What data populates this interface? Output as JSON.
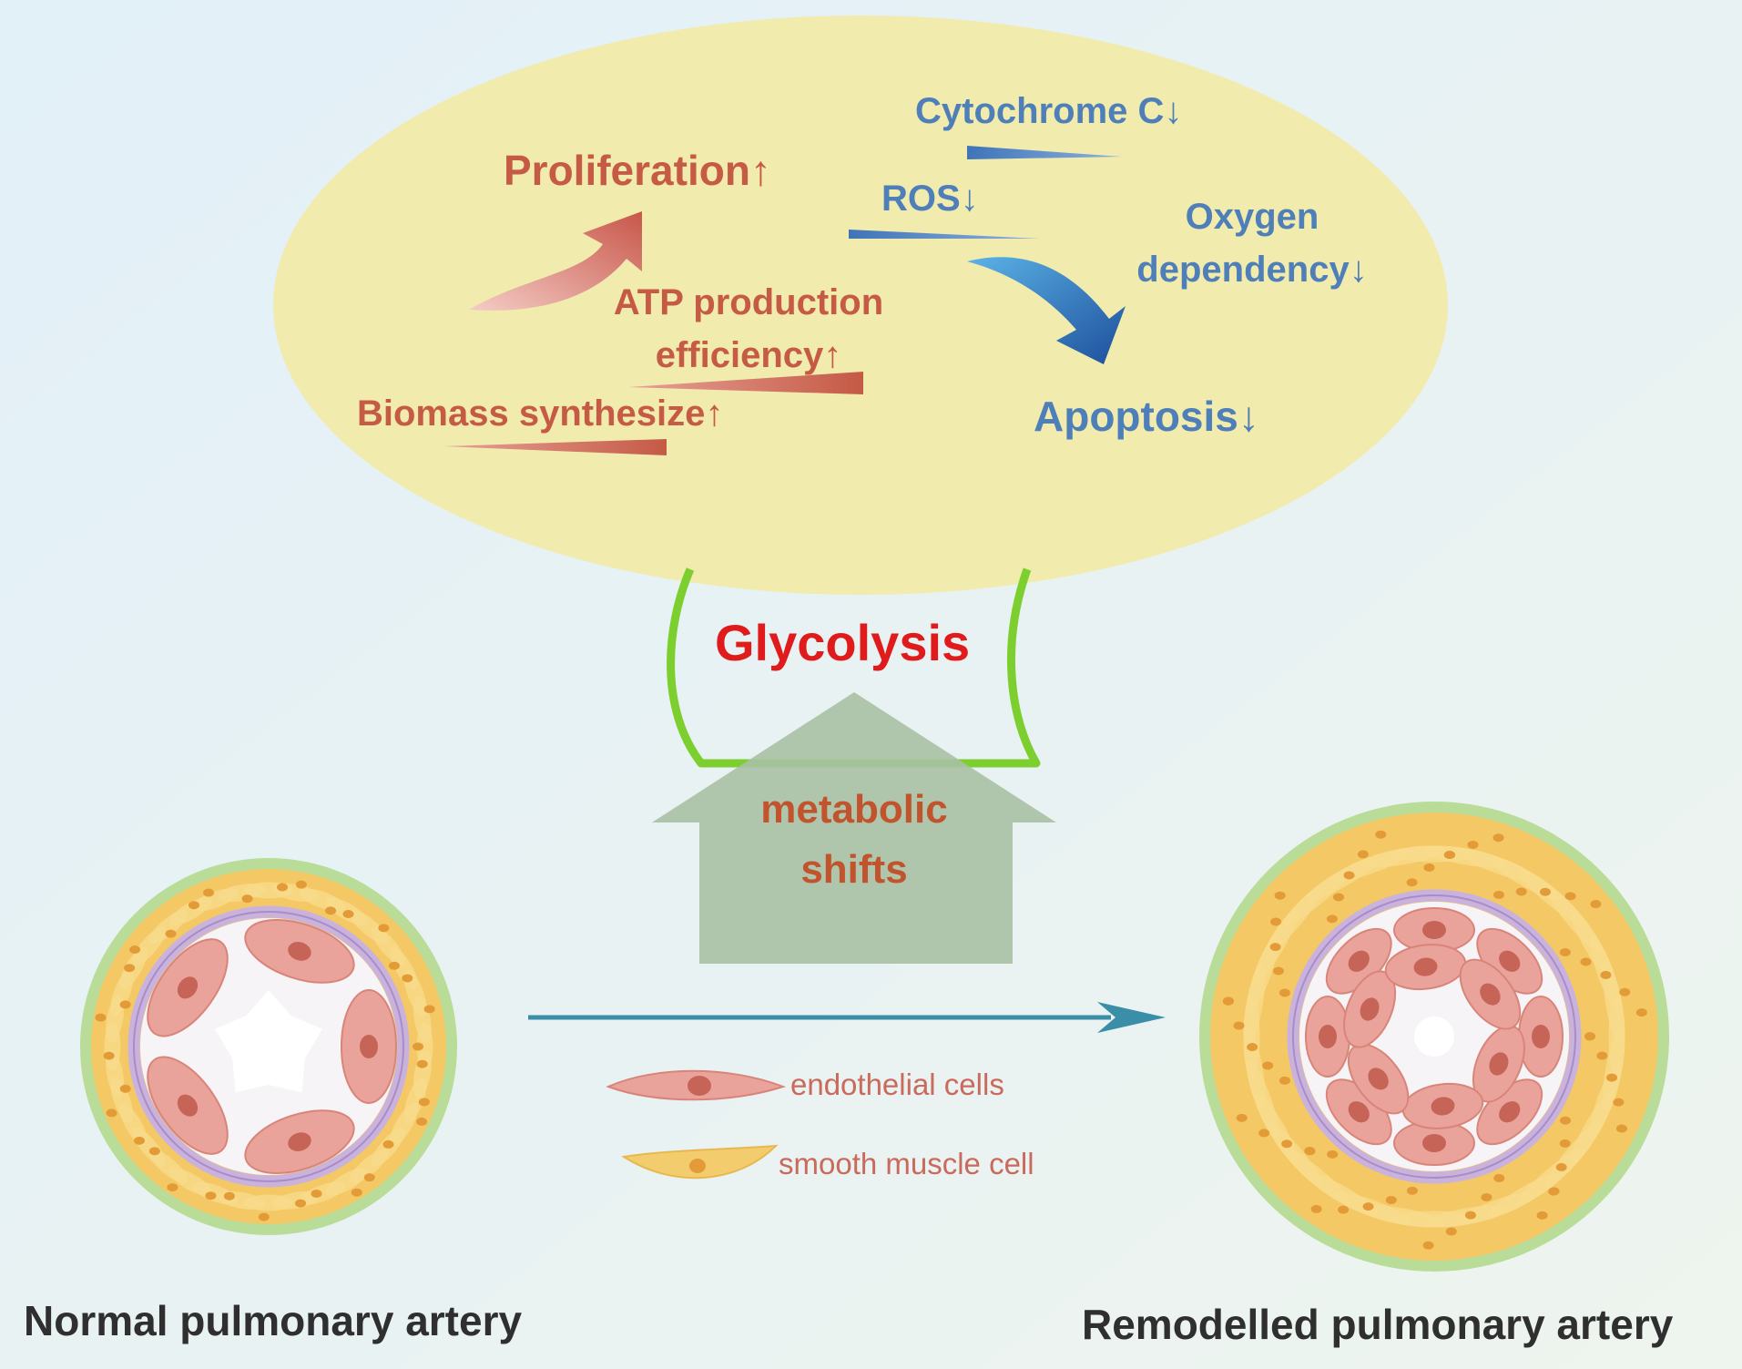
{
  "colors": {
    "background": "#e6f2f6",
    "ellipse_fill": "#f1ebae",
    "glycolysis_outline": "#7ccf2e",
    "glycolysis_text": "#e01b1b",
    "metabolic_arrow": "#a8c0a4",
    "metabolic_text": "#c1542c",
    "promoting_text": "#c55a45",
    "inhibiting_text": "#4f7fb8",
    "main_arrow": "#3a8ea8",
    "endothelial_cell": "#e9a39b",
    "smooth_muscle_cell": "#f3cd6d",
    "elastic_lamina": "#c9b3dc",
    "adventitia": "#b9dc98"
  },
  "effects": {
    "proliferation": "Proliferation↑",
    "atp_line1": "ATP production",
    "atp_line2": "efficiency↑",
    "biomass": "Biomass synthesize↑",
    "cytochrome": "Cytochrome C↓",
    "ros": "ROS↓",
    "oxygen_line1": "Oxygen",
    "oxygen_line2": "dependency↓",
    "apoptosis": "Apoptosis↓"
  },
  "glycolysis": "Glycolysis",
  "metabolic_shift": {
    "line1": "metabolic",
    "line2": "shifts"
  },
  "legend": {
    "endothelial": "endothelial cells",
    "smooth_muscle": "smooth muscle cell"
  },
  "arteries": {
    "normal": "Normal pulmonary artery",
    "remodelled": "Remodelled pulmonary artery"
  }
}
